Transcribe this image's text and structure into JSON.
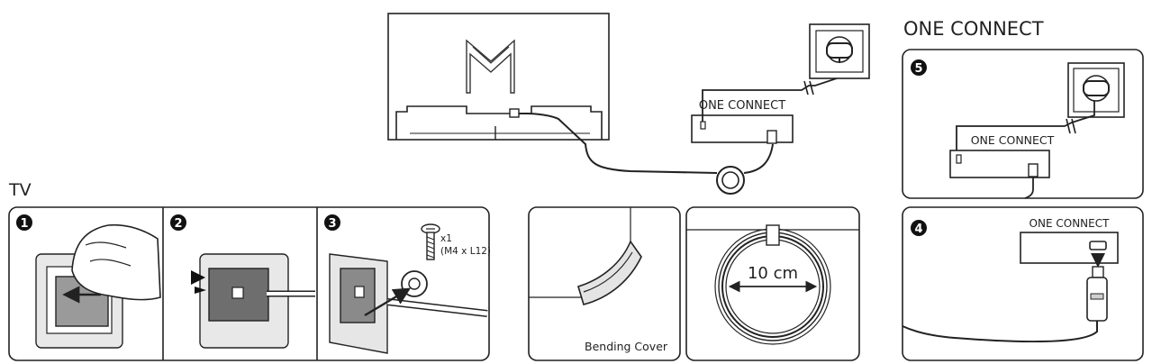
{
  "headings": {
    "tv": "TV",
    "one_connect": "ONE CONNECT"
  },
  "steps": {
    "s1": "❶",
    "s2": "❷",
    "s3": "❸",
    "s4": "❹",
    "s5": "❺"
  },
  "labels": {
    "one_connect_box": "ONE CONNECT",
    "screw_qty": "x1",
    "screw_spec": "(M4 x L12)",
    "bending_cover": "Bending Cover",
    "loop_diameter": "10 cm"
  },
  "colors": {
    "line": "#222222",
    "fill_dark": "#5a5a5a",
    "fill_mid": "#8a8a8a",
    "fill_light": "#c8c8c8",
    "panel_bg": "#ffffff"
  }
}
